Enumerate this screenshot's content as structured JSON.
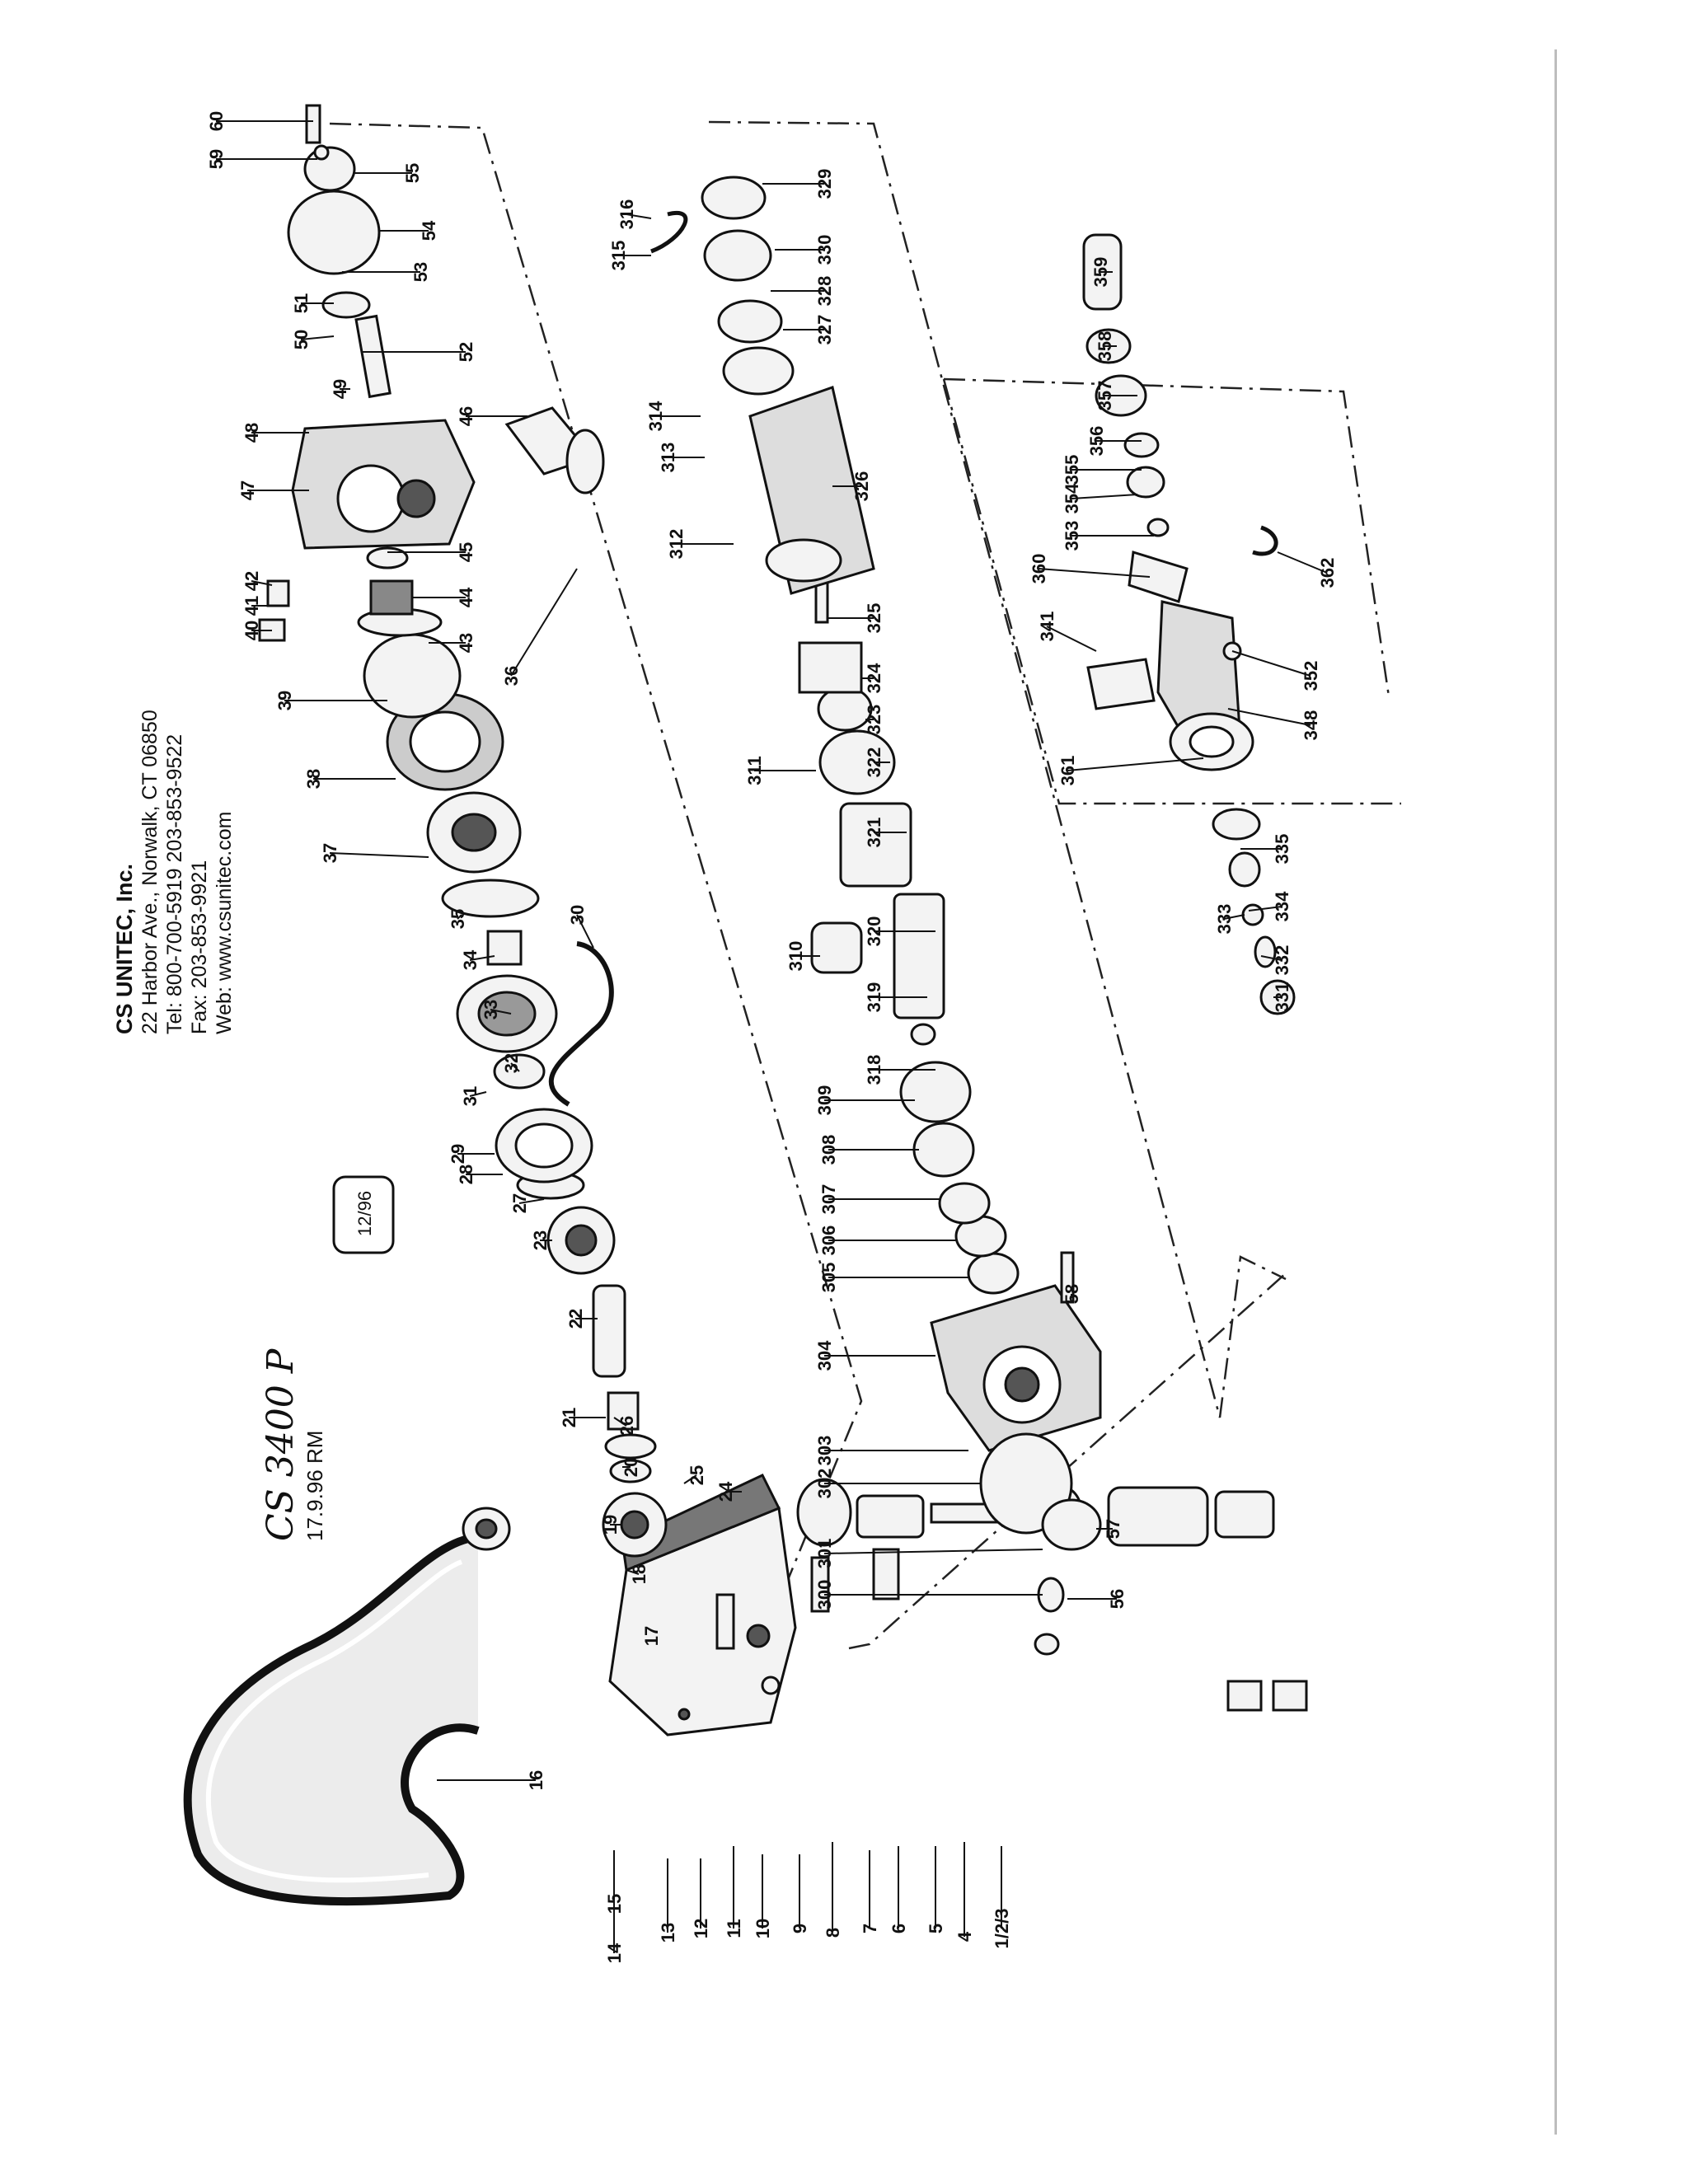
{
  "header": {
    "company": "CS UNITEC, Inc.",
    "address": "22 Harbor Ave., Norwalk, CT 06850",
    "phone": "Tel: 800-700-5919   203-853-9522",
    "fax": "Fax: 203-853-9921",
    "web": "Web: www.csunitec.com"
  },
  "model": "CS 3400 P",
  "model_date": "17.9.96 RM",
  "revision_tag": "12/96",
  "part_labels": [
    "60",
    "59",
    "55",
    "54",
    "53",
    "51",
    "50",
    "52",
    "49",
    "48",
    "46",
    "47",
    "45",
    "42",
    "41",
    "40",
    "44",
    "43",
    "36",
    "39",
    "38",
    "37",
    "30",
    "35",
    "34",
    "33",
    "32",
    "31",
    "29",
    "28",
    "27",
    "23",
    "22",
    "21",
    "26",
    "20",
    "25",
    "24",
    "19",
    "18",
    "17",
    "16",
    "15",
    "14",
    "13",
    "12",
    "11",
    "10",
    "9",
    "8",
    "7",
    "6",
    "5",
    "4",
    "1/2/3",
    "316",
    "315",
    "329",
    "330",
    "328",
    "327",
    "314",
    "313",
    "312",
    "326",
    "325",
    "324",
    "323",
    "311",
    "322",
    "321",
    "310",
    "320",
    "319",
    "318",
    "309",
    "308",
    "307",
    "306",
    "305",
    "304",
    "303",
    "302",
    "301",
    "300",
    "58",
    "57",
    "56",
    "359",
    "358",
    "357",
    "356",
    "355",
    "354",
    "353",
    "360",
    "362",
    "341",
    "352",
    "348",
    "361",
    "335",
    "334",
    "333",
    "332",
    "331"
  ]
}
